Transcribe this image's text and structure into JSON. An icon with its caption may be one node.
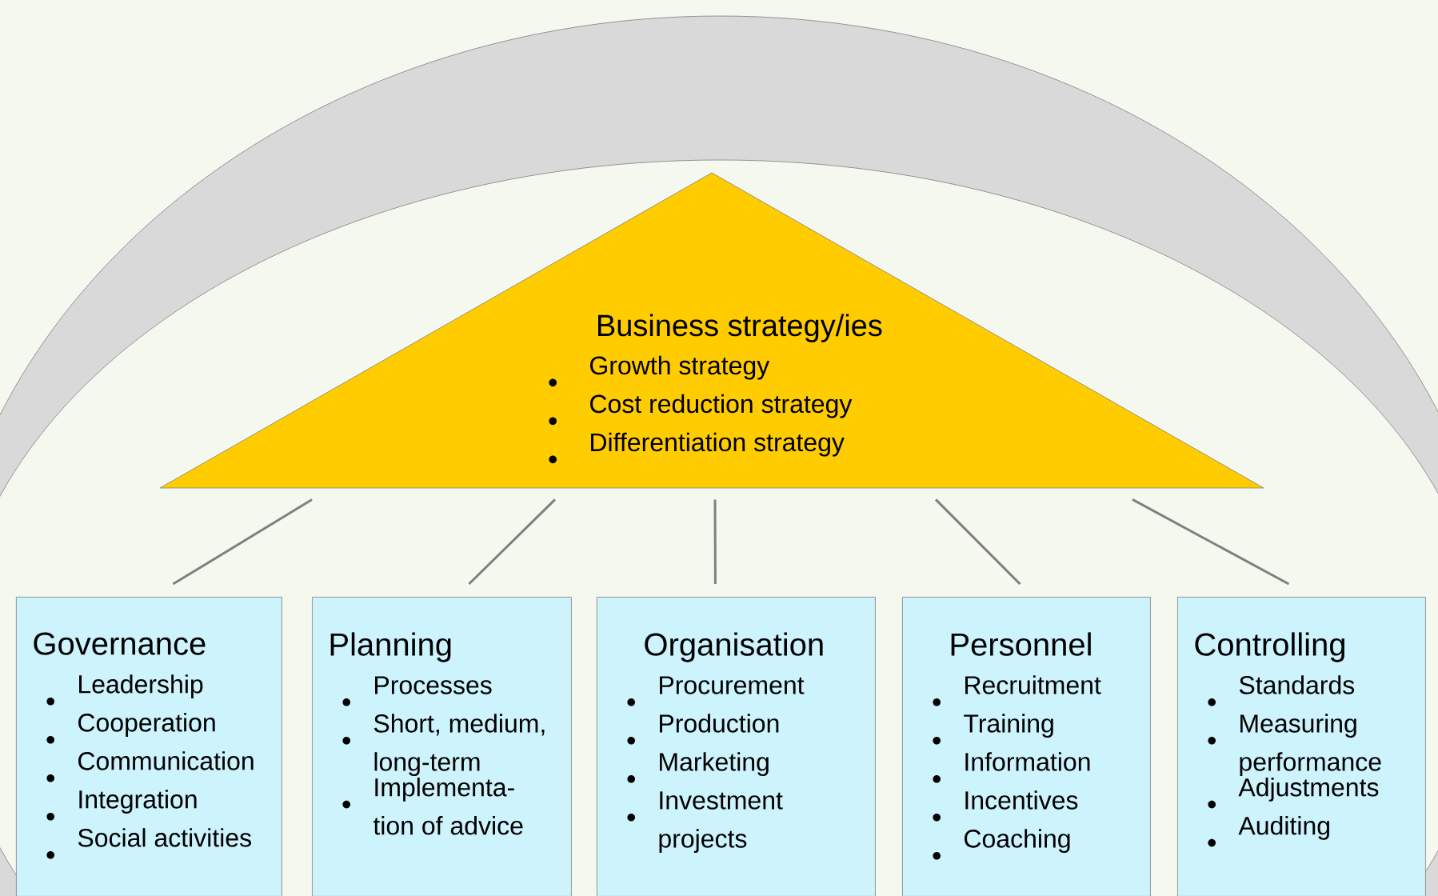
{
  "diagram": {
    "nodes": [
      {
        "text": [
          "Business strategy/ies",
          "Growth strategy",
          "Cost reduction strategy",
          "Differentiation strategy"
        ]
      },
      {
        "text": [
          "Governance",
          "Leadership",
          "Cooperation",
          "Communication",
          "Integration",
          "Social activities"
        ]
      },
      {
        "text": [
          "Planning",
          "Processes",
          "Short, medium, long-term",
          "Implementa- tion of advice"
        ]
      },
      {
        "text": [
          "Organisation",
          "Procurement",
          "Production",
          "Marketing",
          "Investment projects"
        ]
      },
      {
        "text": [
          "Personnel",
          "Recruitment",
          "Training",
          "Information",
          "Incentives",
          "Coaching"
        ]
      },
      {
        "text": [
          "Controlling",
          "Standards",
          "Measuring performance",
          "Adjustments",
          "Auditing"
        ]
      }
    ],
    "edges": [
      {
        "from": 0,
        "to": 1,
        "arrow": "none"
      },
      {
        "from": 0,
        "to": 2,
        "arrow": "none"
      },
      {
        "from": 0,
        "to": 3,
        "arrow": "none"
      },
      {
        "from": 0,
        "to": 4,
        "arrow": "none"
      },
      {
        "from": 0,
        "to": 5,
        "arrow": "none"
      }
    ]
  }
}
